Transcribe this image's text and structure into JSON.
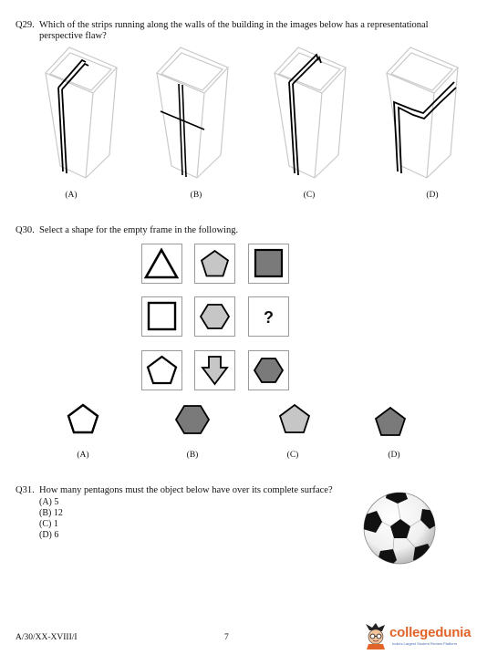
{
  "q29": {
    "number": "Q29.",
    "text_line1": "Which of the strips running along the walls of the building in the images below has a representational",
    "text_line2": "perspective flaw?",
    "options": [
      "(A)",
      "(B)",
      "(C)",
      "(D)"
    ]
  },
  "q30": {
    "number": "Q30.",
    "text": "Select a shape for the empty frame in the following.",
    "missing_mark": "?",
    "options": [
      "(A)",
      "(B)",
      "(C)",
      "(D)"
    ]
  },
  "q31": {
    "number": "Q31.",
    "text": "How many pentagons must the object below have over its complete surface?",
    "choices": [
      "(A) 5",
      "(B) 12",
      "(C) 1",
      "(D) 6"
    ]
  },
  "footer": {
    "code": "A/30/XX-XVIII/I",
    "page": "7"
  },
  "logo": {
    "name": "collegedunia",
    "tagline": "India's Largest Student Review Platform"
  },
  "colors": {
    "light_gray": "#c6c6c6",
    "mid_gray": "#9a9a9a",
    "dark_gray": "#7a7a7a",
    "brand_orange": "#e1642a",
    "brand_blue": "#4a6fb0"
  }
}
